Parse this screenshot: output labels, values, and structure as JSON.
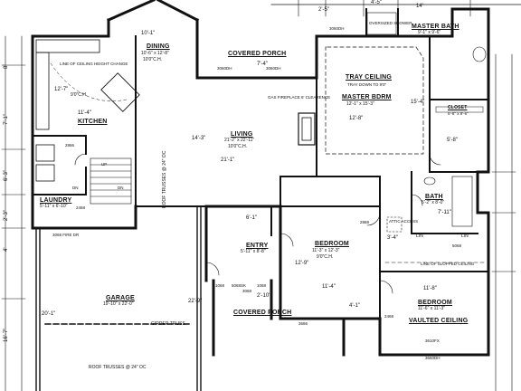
{
  "rooms": {
    "dining": {
      "name": "DINING",
      "size": "10'-6\" x 12'-8\"",
      "ceiling": "10'0\"C.H."
    },
    "covered_porch_top": {
      "name": "COVERED PORCH"
    },
    "master_bath": {
      "name": "MASTER BATH",
      "size": "9'-1\" x 9'-6\""
    },
    "tray_ceiling": {
      "name": "TRAY CEILING",
      "note": "TRAY DOWN TO 9'0\""
    },
    "master_bdrm": {
      "name": "MASTER BDRM",
      "size": "12'-1\" x 15'-3\""
    },
    "kitchen": {
      "name": "KITCHEN",
      "note": "LINE OF CEILING HEIGHT CHANGE",
      "ceiling": "9'0\"C.H."
    },
    "living": {
      "name": "LIVING",
      "size": "21'-2\" x 22'-11\"",
      "ceiling": "10'0\"C.H."
    },
    "closet": {
      "name": "CLOSET",
      "size": "5'-8\" x 9'-6\""
    },
    "bath": {
      "name": "BATH",
      "size": "5'-2\" x 8'-0\""
    },
    "laundry": {
      "name": "LAUNDRY",
      "size": "5'-11\" x 6'-10\""
    },
    "entry": {
      "name": "ENTRY",
      "size": "5'-11\" x 8'-8\""
    },
    "bedroom_1": {
      "name": "BEDROOM",
      "size": "11'-3\" x 12'-3\"",
      "ceiling": "9'0\"C.H."
    },
    "bedroom_2": {
      "name": "BEDROOM",
      "size": "11'-6\" x 11'-3\""
    },
    "vaulted_ceiling": {
      "name": "VAULTED CEILING"
    },
    "garage": {
      "name": "GARAGE",
      "size": "19'-10\" x 22'-0\""
    },
    "covered_porch_front": {
      "name": "COVERED PORCH"
    }
  },
  "notes": {
    "oversized_shower": "OVERSIZED SHOWER",
    "gas_fireplace": "GAS FIREPLACE 6' CLEARENCE",
    "fire_door": "3068 FIRE DR",
    "girder_truss": "GIRDER TRUSS",
    "roof_trusses_bottom": "ROOF TRUSSES @ 24\" OC",
    "roof_trusses_vertical": "ROOF TRUSSES @ 24\" OC",
    "attic_access": "ATTIC ACCESS",
    "lin_1": "LIN",
    "lin_2": "LIN",
    "sloped_ceiling": "LINE OF SLOPPED CEILING",
    "dn_1": "DN",
    "dn_2": "DN",
    "up": "UP"
  },
  "dims": {
    "d1": "10'-1\"",
    "d2": "7'-4\"",
    "d3": "3060DH",
    "d4": "3060DH",
    "d5": "3060DH",
    "d6": "2'-5\"",
    "d7": "4'-5\"",
    "d8": "14'",
    "d9": "12'-7\"",
    "d10": "11'-4\"",
    "d11": "12'-8\"",
    "d12": "21'-1\"",
    "d13": "14'-3\"",
    "d14": "15'-4\"",
    "d15": "5'-8\"",
    "d16": "7'-11\"",
    "d17": "6'-1\"",
    "d18": "12'-9\"",
    "d19": "11'-4\"",
    "d20": "11'-8\"",
    "d21": "22'-9\"",
    "d22": "20'-1\"",
    "d23": "2'-10\"",
    "d24": "3'-4\"",
    "d25": "4'-1\"",
    "d26": "3610FX",
    "d27": "3660DH",
    "d28": "5068",
    "d29": "2868",
    "d30": "2468",
    "d31": "2866",
    "d32": "2468",
    "d33": "3068",
    "d34": "1068",
    "d35": "5068SK",
    "d36": "1068",
    "d37": "3686",
    "d38": "7'-1\"",
    "d39": "6'-3\"",
    "d40": "2'-3\"",
    "d41": "4'",
    "d42": "16'-7\"",
    "d43": "8'"
  }
}
